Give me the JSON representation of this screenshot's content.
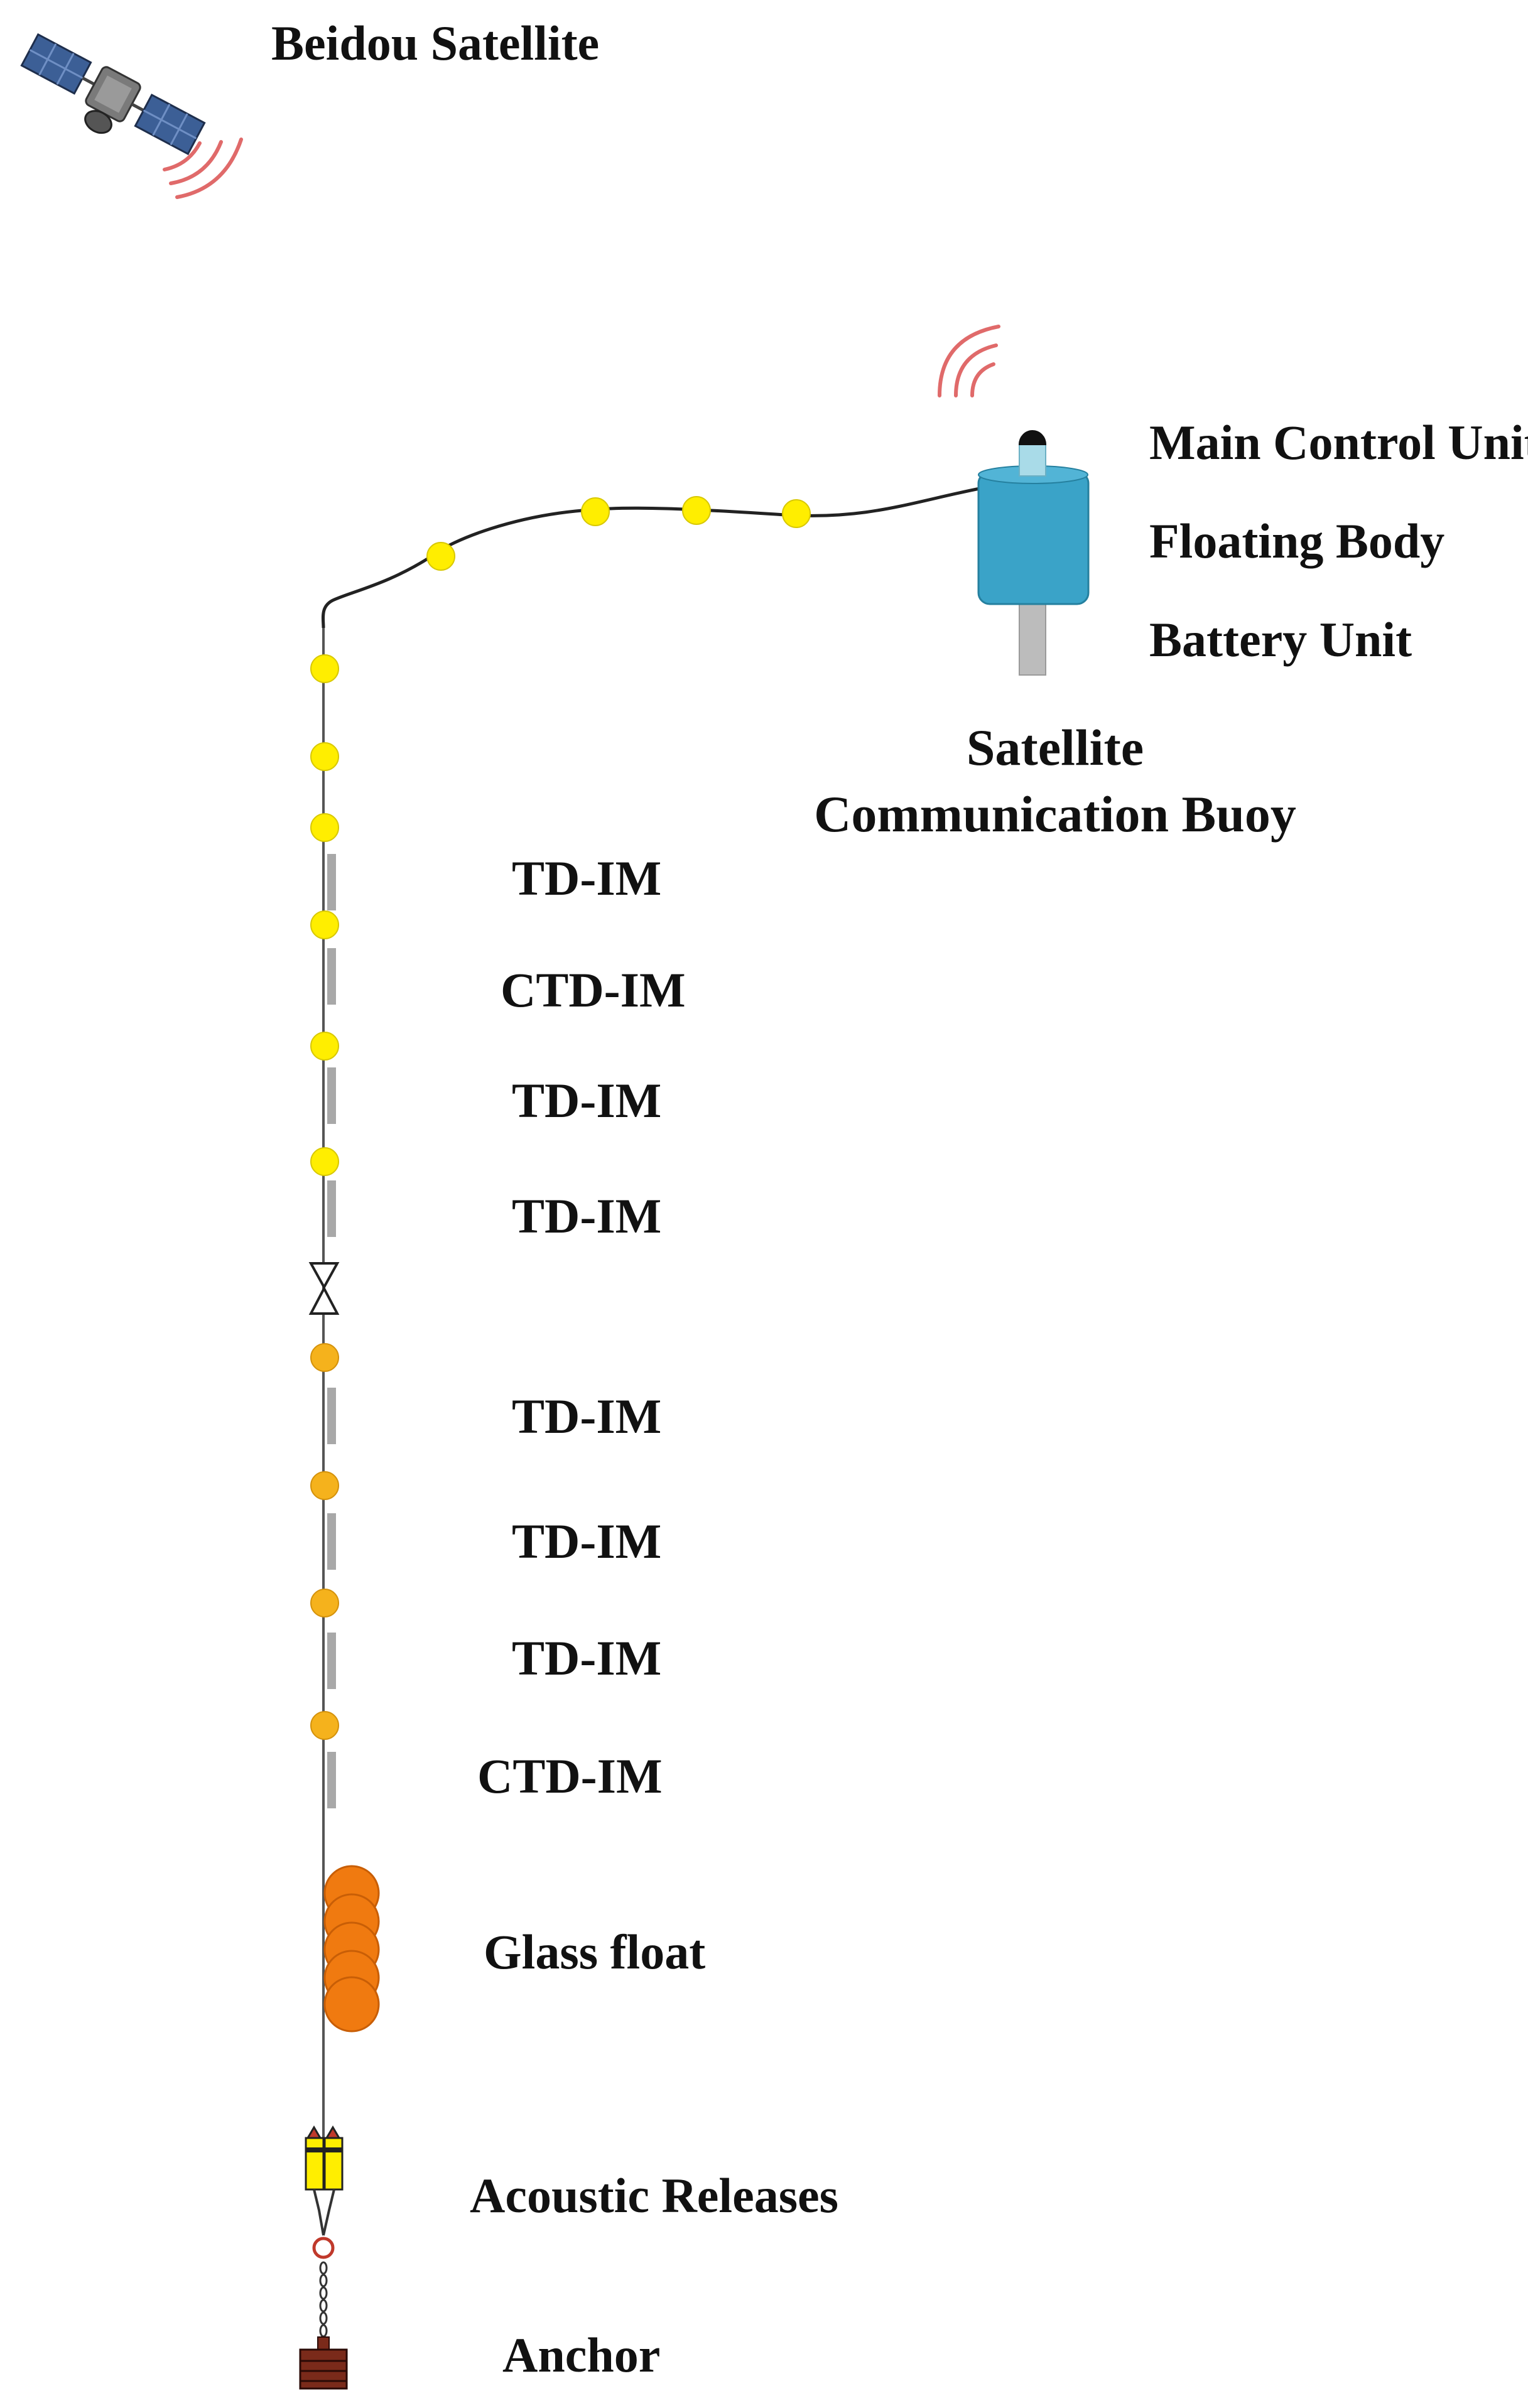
{
  "labels": {
    "satellite": "Beidou Satellite",
    "main_control_unit": "Main Control Unit",
    "floating_body": "Floating Body",
    "battery_unit": "Battery Unit",
    "buoy_line1": "Satellite",
    "buoy_line2": "Communication Buoy",
    "instruments": [
      "TD-IM",
      "CTD-IM",
      "TD-IM",
      "TD-IM",
      "TD-IM",
      "TD-IM",
      "TD-IM",
      "CTD-IM"
    ],
    "glass_float": "Glass float",
    "acoustic_releases": "Acoustic Releases",
    "anchor": "Anchor"
  },
  "colors": {
    "float_yellow": "#ffee00",
    "float_orange": "#f5b21c",
    "glass_float": "#f07a10",
    "buoy_body": "#3aa3c8",
    "buoy_cap": "#a9dbe8",
    "battery": "#bcbcbc",
    "instrument": "#a8a8a8",
    "signal": "#e06a6a",
    "release": "#ffee00",
    "anchor": "#7a2a1a"
  },
  "icons": [
    "satellite-icon",
    "signal-waves-icon",
    "swivel-icon",
    "anchor-icon"
  ]
}
